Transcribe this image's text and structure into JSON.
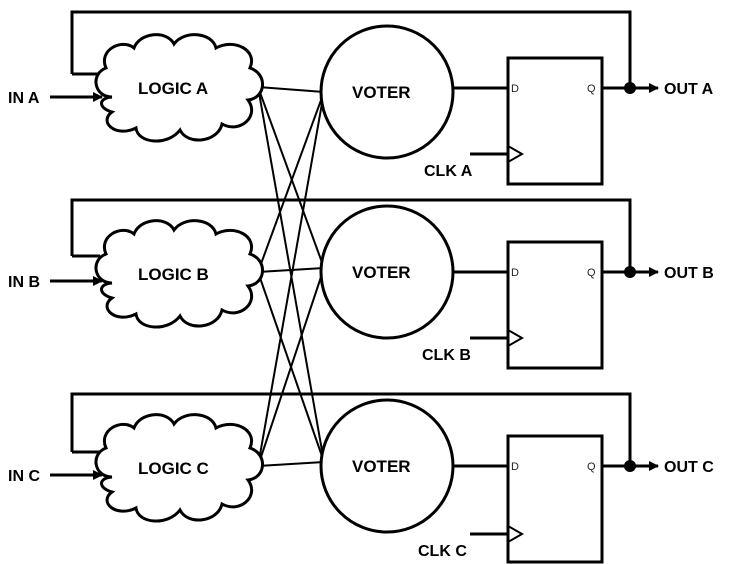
{
  "colors": {
    "stroke": "#000000",
    "background": "#ffffff"
  },
  "channels": [
    {
      "input": "IN A",
      "logic": "LOGIC A",
      "voter": "VOTER",
      "d_pin": "D",
      "q_pin": "Q",
      "clock": "CLK A",
      "output": "OUT A"
    },
    {
      "input": "IN B",
      "logic": "LOGIC B",
      "voter": "VOTER",
      "d_pin": "D",
      "q_pin": "Q",
      "clock": "CLK B",
      "output": "OUT B"
    },
    {
      "input": "IN C",
      "logic": "LOGIC C",
      "voter": "VOTER",
      "d_pin": "D",
      "q_pin": "Q",
      "clock": "CLK C",
      "output": "OUT C"
    }
  ]
}
